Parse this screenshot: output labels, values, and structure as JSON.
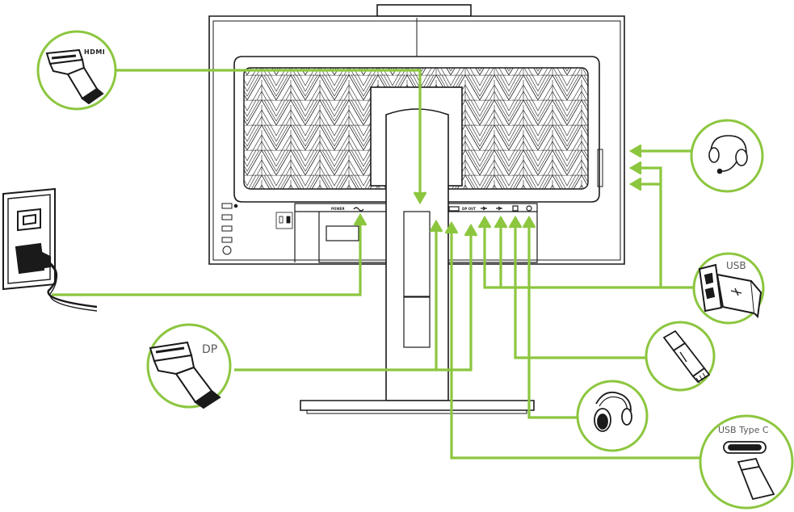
{
  "labels": {
    "hdmi": "HDMI",
    "dp": "DP",
    "usb": "USB",
    "usb_type_c": "USB Type C"
  },
  "panel_labels": {
    "power": "POWER",
    "dp_out": "DP OUT"
  },
  "icons": {
    "hdmi_plug": "hdmi-connector-icon",
    "power_outlet": "wall-outlet-icon",
    "dp_plug": "displayport-connector-icon",
    "headset": "headset-microphone-icon",
    "usb_plug": "usb-a-connector-icon",
    "lan_plug": "rj45-ethernet-icon",
    "headphones": "headphones-icon",
    "type_c_plug": "usb-type-c-connector-icon"
  },
  "colors": {
    "cable": "#8cc63f",
    "outline": "#1a1a1a",
    "label": "#5a5a5a"
  }
}
